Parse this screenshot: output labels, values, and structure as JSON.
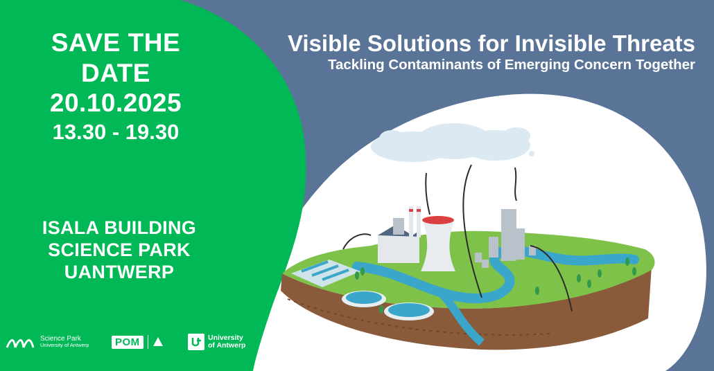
{
  "event": {
    "save_line1": "SAVE THE",
    "save_line2": "DATE",
    "date": "20.10.2025",
    "time": "13.30 - 19.30"
  },
  "venue": {
    "line1": "ISALA BUILDING",
    "line2": "SCIENCE PARK",
    "line3": "UANTWERP"
  },
  "headline": {
    "title": "Visible Solutions for Invisible Threats",
    "subtitle": "Tackling Contaminants of Emerging Concern Together"
  },
  "logos": {
    "science_park_name": "Science Park",
    "science_park_sub": "University of Antwerp",
    "pom": "POM",
    "ua_line1": "University",
    "ua_line2": "of Antwerp"
  },
  "colors": {
    "green": "#00b856",
    "slate_blue": "#5a7497",
    "white": "#ffffff",
    "grass": "#7ec24a",
    "river": "#3aa6c9",
    "soil": "#8a5b3a"
  },
  "illustration": {
    "description_icon": "water-treatment-industry-landscape-illustration"
  }
}
